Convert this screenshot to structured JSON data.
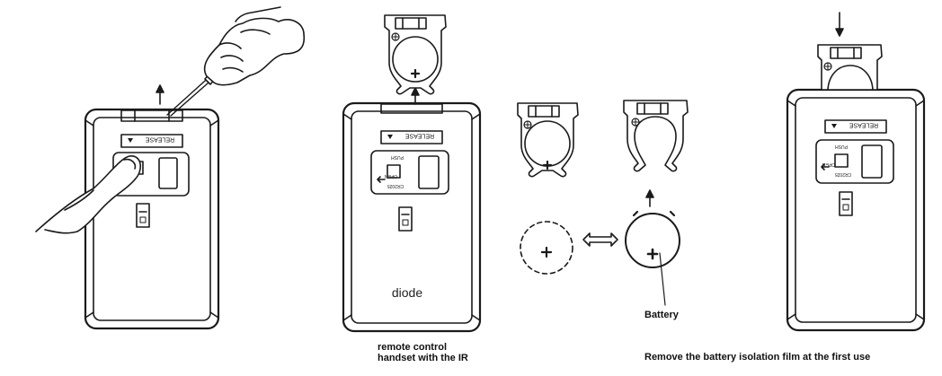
{
  "labels": {
    "release": "RELEASE",
    "push": "PUSH",
    "open": "OPEN",
    "battery_model": "CR2025",
    "brand": "diode",
    "battery": "Battery",
    "caption_remote_line1": "remote control",
    "caption_remote_line2": "handset with the IR",
    "caption_film": "Remove the battery isolation film at the first use"
  },
  "colors": {
    "line": "#1a1a1a",
    "background": "#ffffff"
  }
}
